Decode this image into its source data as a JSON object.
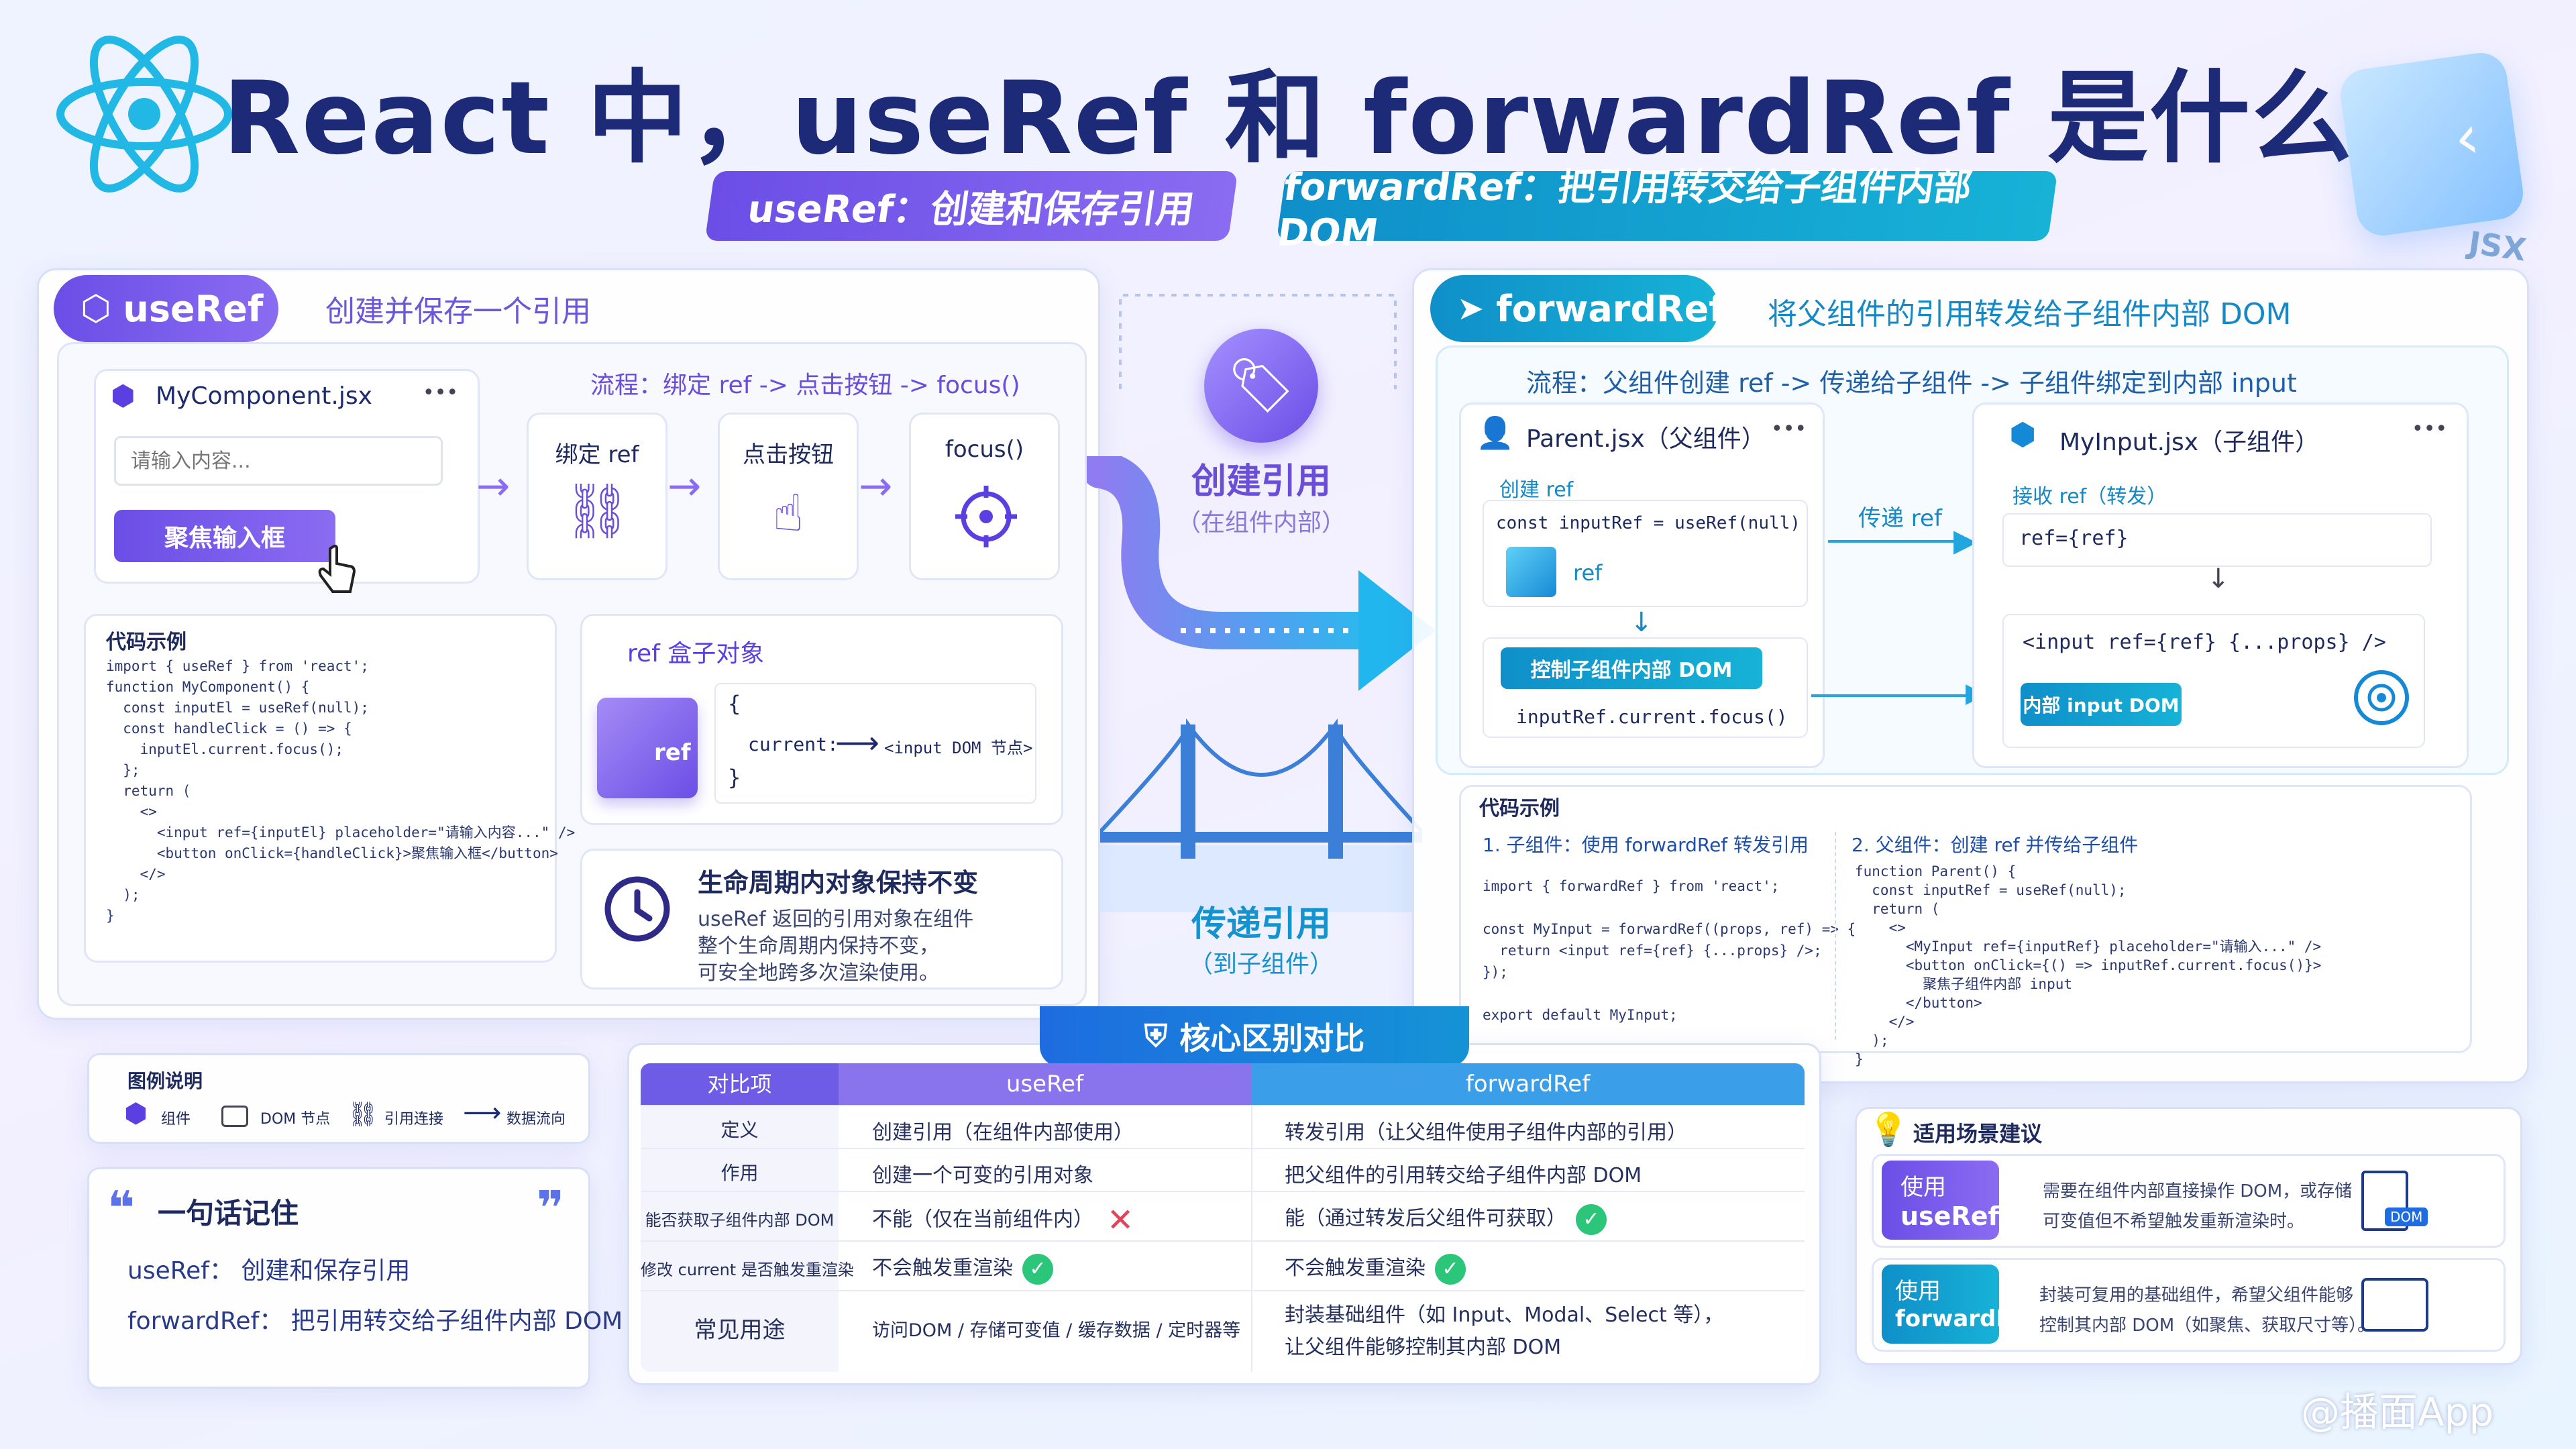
{
  "title": "React 中，useRef 和 forwardRef 是什么",
  "badges": {
    "useref": "useRef：创建和保存引用",
    "forwardref": "forwardRef：把引用转交给子组件内部 DOM"
  },
  "jsx_label": "JSX",
  "useref_panel": {
    "tag": "useRef",
    "subtitle": "创建并保存一个引用",
    "component": {
      "file": "MyComponent.jsx",
      "more": "•••",
      "placeholder": "请输入内容...",
      "button": "聚焦输入框"
    },
    "flow": {
      "label": "流程：绑定  ref -> 点击按钮 -> focus()",
      "steps": [
        "绑定 ref",
        "点击按钮",
        "focus()"
      ]
    },
    "code": {
      "label": "代码示例",
      "lines": [
        "import { useRef } from 'react';",
        "function MyComponent() {",
        "  const inputEl = useRef(null);",
        "  const handleClick = () => {",
        "    inputEl.current.focus();",
        "  };",
        "  return (",
        "    <>",
        "      <input ref={inputEl} placeholder=\"请输入内容...\" />",
        "      <button onClick={handleClick}>聚焦输入框</button>",
        "    </>",
        "  );",
        "}"
      ]
    },
    "box": {
      "title": "ref 盒子对象",
      "cube_label": "ref",
      "open": "{",
      "key": "current:",
      "value": "<input  DOM 节点>",
      "close": "}"
    },
    "lifecycle": {
      "title": "生命周期内对象保持不变",
      "desc": [
        "useRef 返回的引用对象在组件",
        "整个生命周期内保持不变，",
        "可安全地跨多次渲染使用。"
      ]
    }
  },
  "middle": {
    "create": "创建引用",
    "create_sub": "（在组件内部）",
    "pass": "传递引用",
    "pass_sub": "（到子组件）"
  },
  "forwardref_panel": {
    "tag": "forwardRef",
    "subtitle": "将父组件的引用转发给子组件内部    DOM",
    "flow": "流程：父组件创建 ref -> 传递给子组件  ->   子组件绑定到内部 input",
    "parent": {
      "file": "Parent.jsx（父组件）",
      "more": "•••",
      "label": "创建 ref",
      "code": "const inputRef = useRef(null)",
      "cube_label": "ref",
      "control": "控制子组件内部 DOM",
      "call": "inputRef.current.focus()"
    },
    "pass": "传递  ref",
    "child": {
      "file": "MyInput.jsx（子组件）",
      "more": "•••",
      "label": "接收 ref（转发）",
      "code": "ref={ref}",
      "input_code": "<input ref={ref} {...props} />",
      "dom": "内部 input DOM"
    },
    "code": {
      "label": "代码示例",
      "left_title": "1. 子组件：使用 forwardRef 转发引用",
      "left_lines": [
        "import { forwardRef } from 'react';",
        "",
        "const MyInput = forwardRef((props, ref) => {",
        "  return <input ref={ref} {...props} />;",
        "});",
        "",
        "export default MyInput;"
      ],
      "right_title": "2. 父组件：创建 ref 并传给子组件",
      "right_lines": [
        "function Parent() {",
        "  const inputRef = useRef(null);",
        "  return (",
        "    <>",
        "      <MyInput ref={inputRef} placeholder=\"请输入...\" />",
        "      <button onClick={() => inputRef.current.focus()}>",
        "        聚焦子组件内部 input",
        "      </button>",
        "    </>",
        "  );",
        "}"
      ]
    }
  },
  "legend": {
    "title": "图例说明",
    "items": [
      "组件",
      "DOM 节点",
      "引用连接",
      "数据流向"
    ]
  },
  "remember": {
    "title": "一句话记住",
    "line1": "useRef：  创建和保存引用",
    "line2": "forwardRef：  把引用转交给子组件内部 DOM"
  },
  "compare": {
    "title": "核心区别对比",
    "headers": [
      "对比项",
      "useRef",
      "forwardRef"
    ],
    "rows": [
      {
        "item": "定义",
        "a": "创建引用（在组件内部使用）",
        "b": "转发引用（让父组件使用子组件内部的引用）"
      },
      {
        "item": "作用",
        "a": "创建一个可变的引用对象",
        "b": "把父组件的引用转交给子组件内部 DOM"
      },
      {
        "item": "能否获取子组件内部 DOM",
        "a": "不能（仅在当前组件内）",
        "b": "能（通过转发后父组件可获取）"
      },
      {
        "item": "修改 current 是否触发重渲染",
        "a": "不会触发重渲染",
        "b": "不会触发重渲染"
      },
      {
        "item": "常见用途",
        "a": "访问DOM / 存储可变值 / 缓存数据 / 定时器等",
        "b": "封装基础组件（如 Input、Modal、Select 等），",
        "b2": "让父组件能够控制其内部 DOM"
      }
    ]
  },
  "scenarios": {
    "title": "适用场景建议",
    "items": [
      {
        "tag1": "使用",
        "tag2": "useRef",
        "desc": [
          "需要在组件内部直接操作 DOM，或存储",
          "可变值但不希望触发重新渲染时。"
        ],
        "icon_label": "DOM"
      },
      {
        "tag1": "使用",
        "tag2": "forwardRef",
        "desc": [
          "封装可复用的基础组件，希望父组件能够",
          "控制其内部 DOM（如聚焦、获取尺寸等）。"
        ]
      }
    ]
  },
  "watermark": "@播面App",
  "colors": {
    "purple": "#6b4ee6",
    "teal": "#14a3cf",
    "navy": "#1e2a6e"
  }
}
